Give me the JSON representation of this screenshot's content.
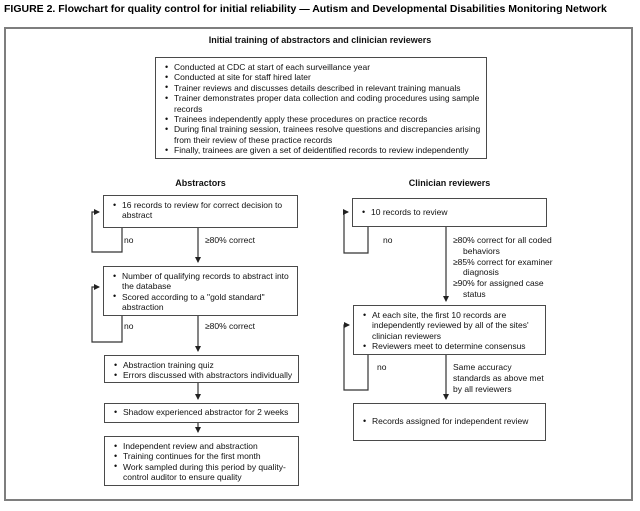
{
  "title": "FIGURE 2. Flowchart for quality control for initial reliability — Autism and Developmental Disabilities Monitoring Network",
  "intro": {
    "heading": "Initial training of abstractors and clinician reviewers",
    "items": [
      "Conducted at CDC at start of each surveillance year",
      "Conducted at site for staff hired later",
      "Trainer reviews and discusses details described in relevant training manuals",
      "Trainer demonstrates proper data collection and coding procedures using sample records",
      "Trainees independently apply these procedures on practice records",
      "During final training session, trainees resolve questions and discrepancies arising from their review of these practice records",
      "Finally, trainees are given a set of deidentified records to review independently"
    ]
  },
  "abstractors": {
    "heading": "Abstractors",
    "no_label": "no",
    "pass_label": "≥80% correct",
    "box1_items": [
      "16 records to review for correct decision to abstract"
    ],
    "box2_items": [
      "Number of qualifying records to abstract into the database",
      "Scored according to a \"gold standard\" abstraction"
    ],
    "box3_items": [
      "Abstraction training quiz",
      "Errors discussed with abstractors individually"
    ],
    "box4_items": [
      "Shadow experienced abstractor for 2 weeks"
    ],
    "box5_items": [
      "Independent review and abstraction",
      "Training continues for the first month",
      "Work sampled during this period by quality-control auditor to ensure quality"
    ]
  },
  "clinicians": {
    "heading": "Clinician reviewers",
    "no_label": "no",
    "criteria": [
      "≥80% correct for all coded behaviors",
      "≥85% correct for examiner diagnosis",
      "≥90% for assigned case status"
    ],
    "same_accuracy": "Same accuracy standards as above met by all reviewers",
    "box1_items": [
      "10 records to review"
    ],
    "box2_items": [
      "At each site, the first 10 records are independently reviewed by all of the sites' clinician reviewers",
      "Reviewers meet to determine consensus"
    ],
    "box3_items": [
      "Records assigned for independent review"
    ]
  },
  "colors": {
    "line": "#333333",
    "box_border": "#4a4a4a",
    "outer_border": "#7e7e7e"
  }
}
